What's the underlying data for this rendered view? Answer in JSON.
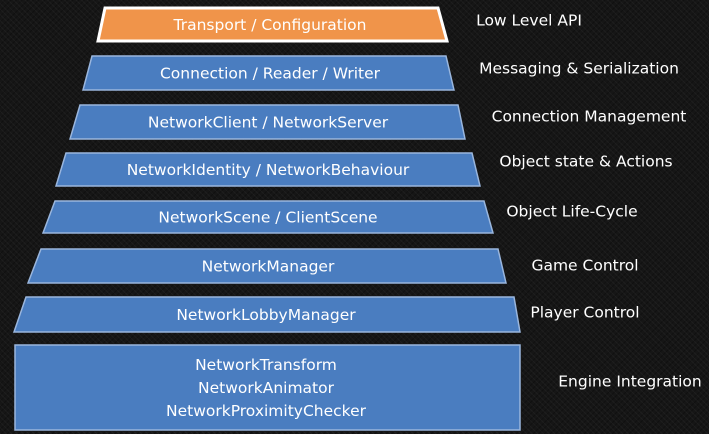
{
  "colors": {
    "layer_fill": "#4a7dc0",
    "layer_stroke": "#9ab6dd",
    "layer_text": "#ffffff",
    "top_fill": "#f0944a",
    "top_stroke": "#ffffff",
    "description_text": "#ffffff"
  },
  "layers": [
    {
      "id": "transport",
      "lines": [
        "Transport / Configuration"
      ],
      "description": "Low Level API",
      "highlight": true
    },
    {
      "id": "connection",
      "lines": [
        "Connection / Reader / Writer"
      ],
      "description": "Messaging & Serialization",
      "highlight": false
    },
    {
      "id": "client-server",
      "lines": [
        "NetworkClient / NetworkServer"
      ],
      "description": "Connection Management",
      "highlight": false
    },
    {
      "id": "identity",
      "lines": [
        "NetworkIdentity / NetworkBehaviour"
      ],
      "description": "Object state & Actions",
      "highlight": false
    },
    {
      "id": "scene",
      "lines": [
        "NetworkScene / ClientScene"
      ],
      "description": "Object Life-Cycle",
      "highlight": false
    },
    {
      "id": "manager",
      "lines": [
        "NetworkManager"
      ],
      "description": "Game Control",
      "highlight": false
    },
    {
      "id": "lobby",
      "lines": [
        "NetworkLobbyManager"
      ],
      "description": "Player Control",
      "highlight": false
    },
    {
      "id": "components",
      "lines": [
        "NetworkTransform",
        "NetworkAnimator",
        "NetworkProximityChecker"
      ],
      "description": "Engine Integration",
      "highlight": false
    }
  ]
}
